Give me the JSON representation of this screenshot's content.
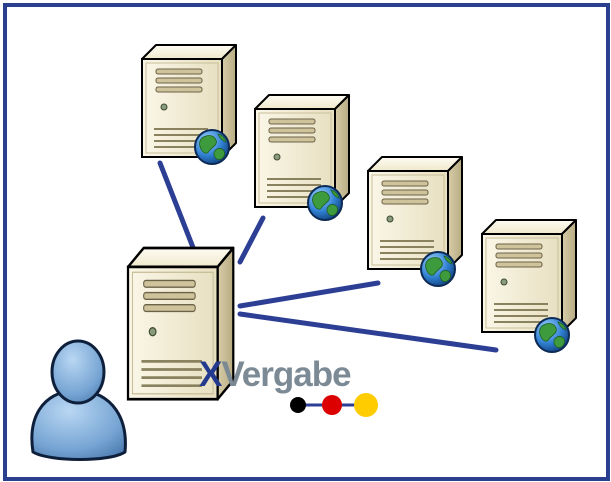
{
  "diagram": {
    "logo": {
      "text_x": "X",
      "text_rest": "Vergabe",
      "dot_colors": [
        "#000000",
        "#dd0000",
        "#ffcc00"
      ],
      "text_x_color": "#233a8e",
      "text_rest_color": "#7b8a94"
    },
    "colors": {
      "border": "#2b3f8f",
      "connector": "#2d3f94",
      "server_body": "#f0ead2",
      "server_side": "#cfc4a0",
      "user": "#7fa9d6"
    },
    "servers": [
      {
        "role": "web-server",
        "icon": "globe-icon"
      },
      {
        "role": "web-server",
        "icon": "globe-icon"
      },
      {
        "role": "web-server",
        "icon": "globe-icon"
      },
      {
        "role": "web-server",
        "icon": "globe-icon"
      }
    ],
    "central_server": {
      "role": "central-server"
    },
    "user": {
      "role": "user-icon"
    }
  }
}
